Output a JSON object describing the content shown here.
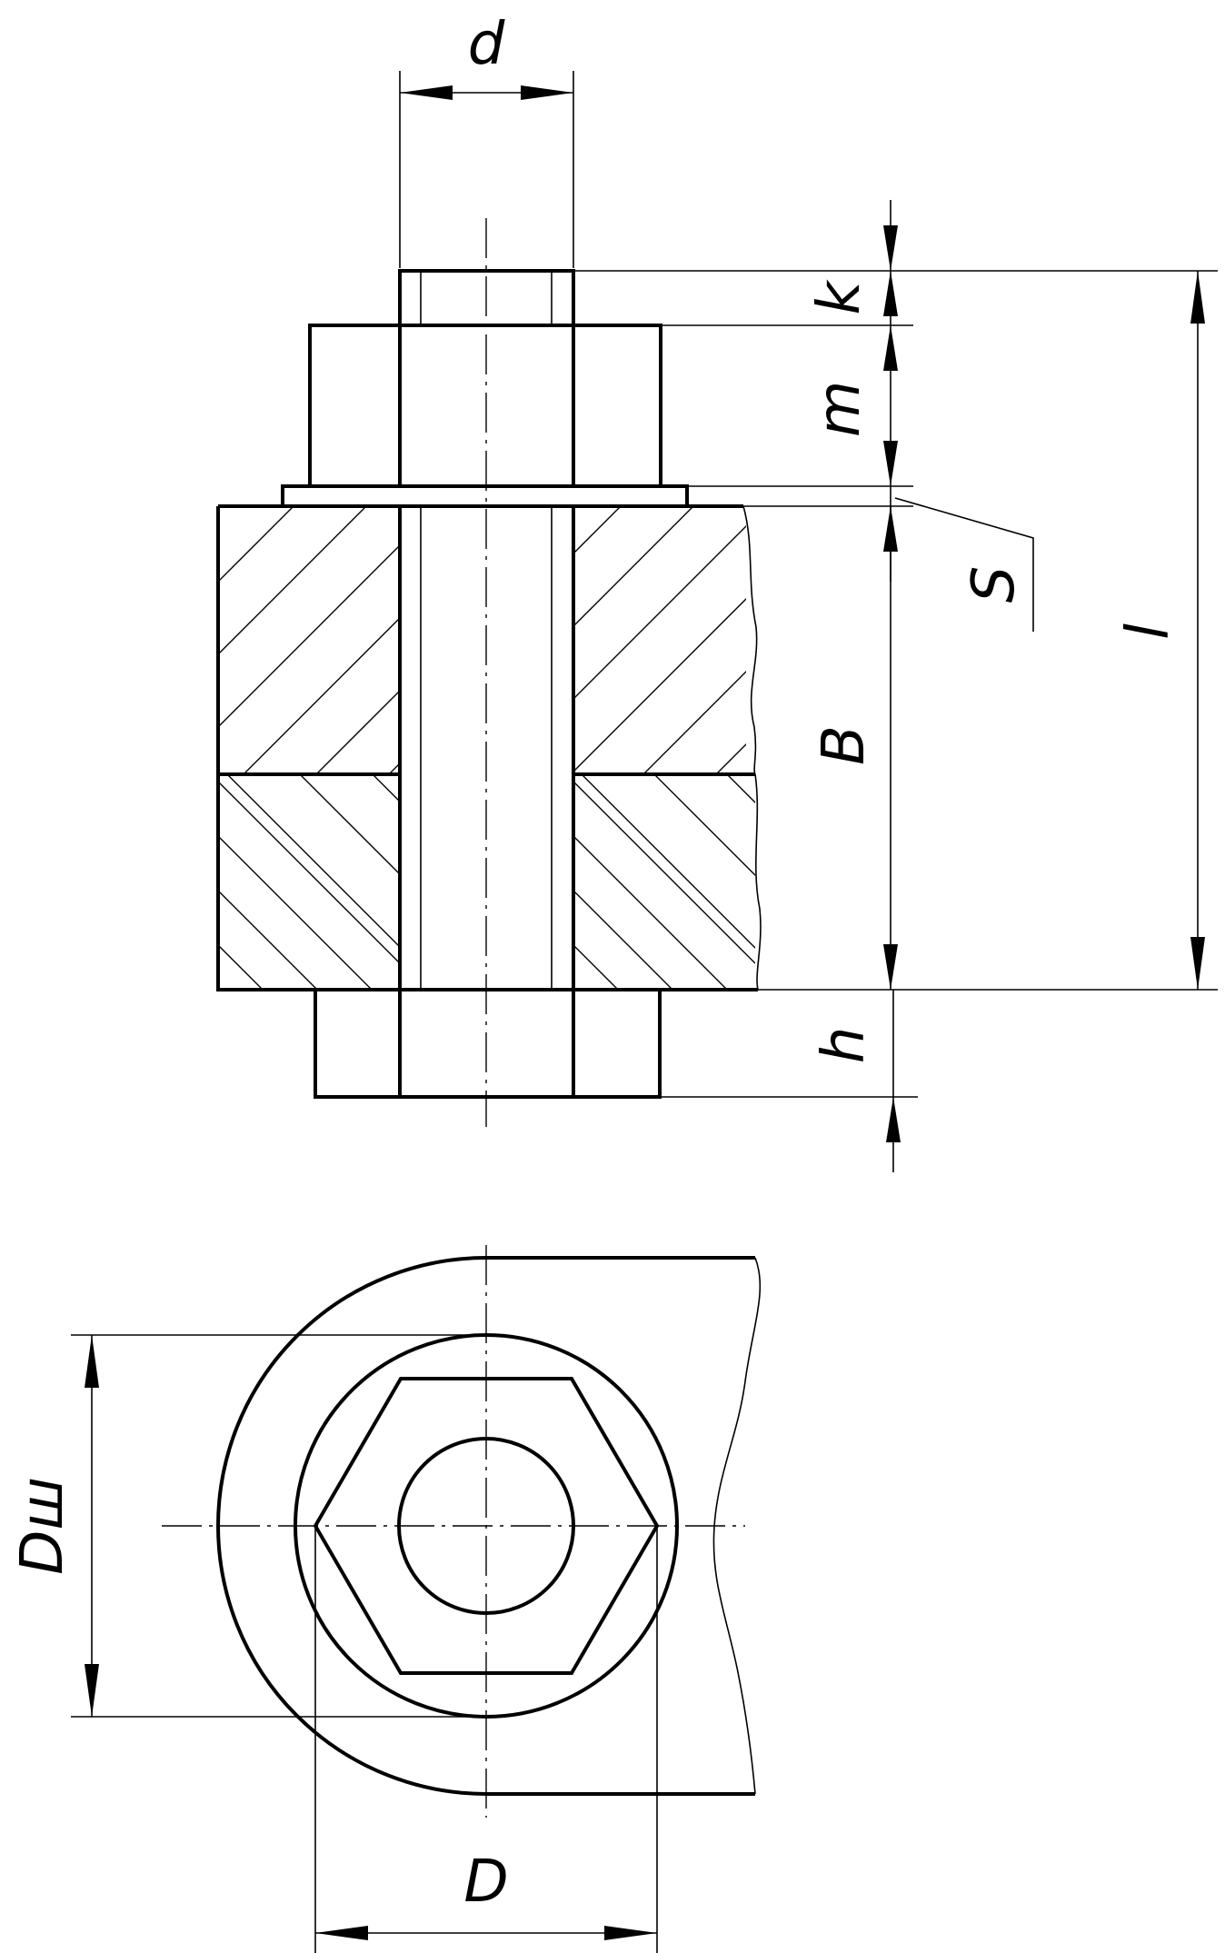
{
  "dimensions": {
    "d": "d",
    "k": "k",
    "m": "m",
    "S": "S",
    "l": "l",
    "B": "B",
    "h": "h",
    "D_sh": "Dш",
    "D": "D"
  }
}
